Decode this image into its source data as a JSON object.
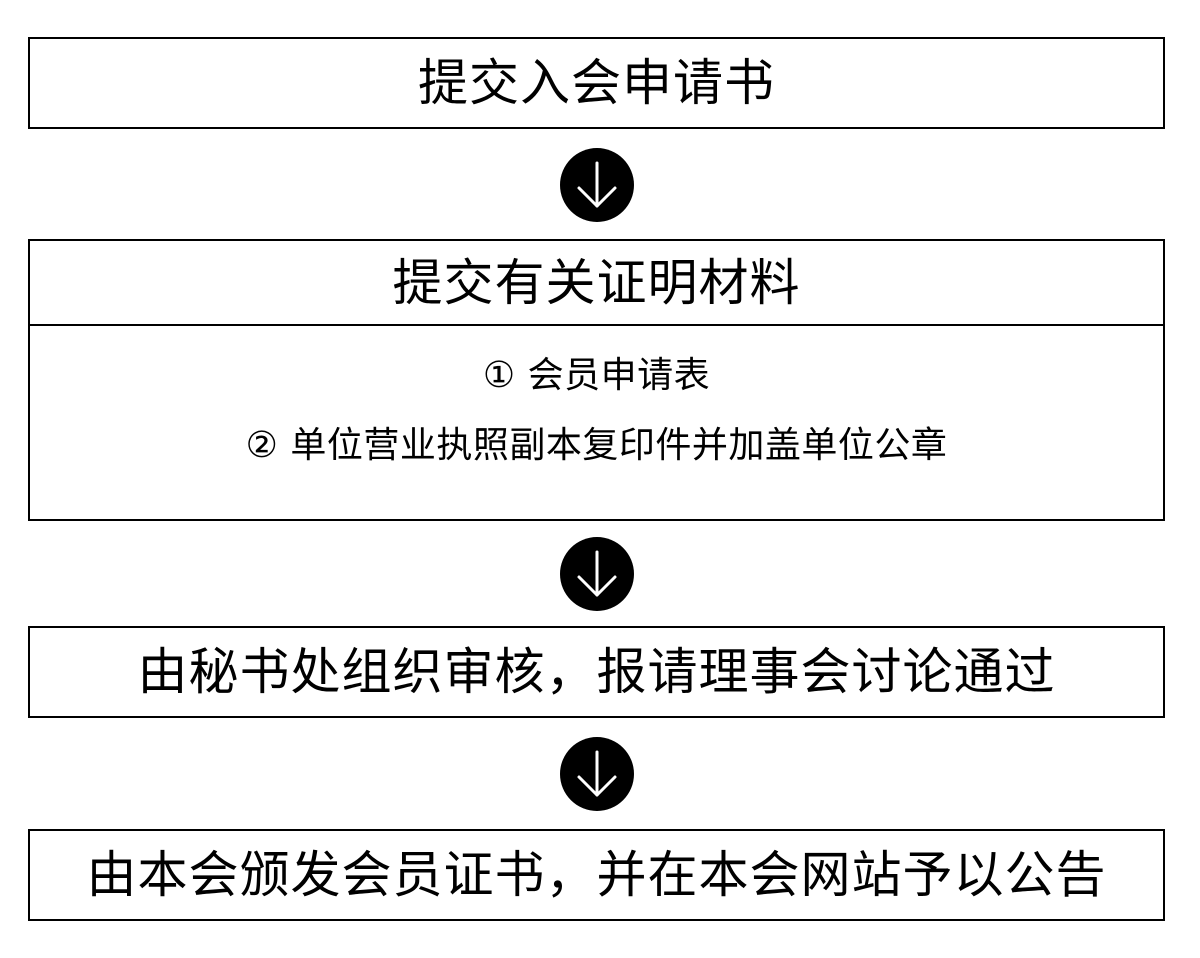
{
  "flow": {
    "step1": {
      "title": "提交入会申请书"
    },
    "step2": {
      "title": "提交有关证明材料",
      "items": [
        "① 会员申请表",
        "② 单位营业执照副本复印件并加盖单位公章"
      ]
    },
    "step3": {
      "title": "由秘书处组织审核，报请理事会讨论通过"
    },
    "step4": {
      "title": "由本会颁发会员证书，并在本会网站予以公告"
    }
  },
  "icons": {
    "connector": "arrow-down-circle-icon"
  },
  "colors": {
    "line": "#000000",
    "background": "#ffffff",
    "arrow_fill": "#000000",
    "arrow_stroke": "#ffffff"
  }
}
